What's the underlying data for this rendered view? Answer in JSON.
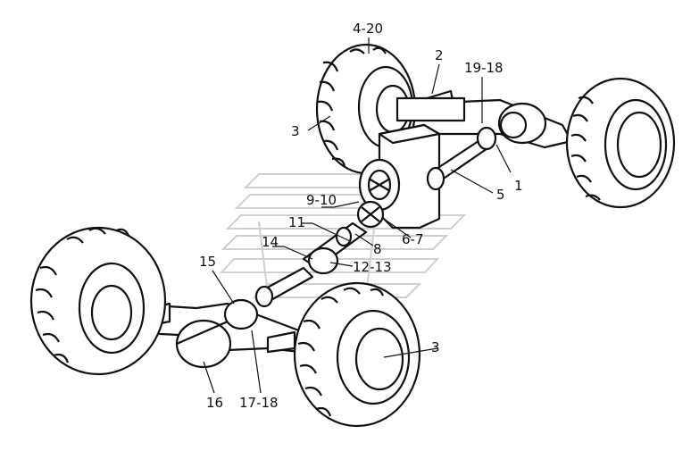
{
  "colors": {
    "line": "#111111",
    "background": "#ffffff",
    "watermark": "#cfcfcf"
  },
  "callouts": [
    {
      "id": "c-4-20",
      "text": "4-20"
    },
    {
      "id": "c-2",
      "text": "2"
    },
    {
      "id": "c-19-18",
      "text": "19-18"
    },
    {
      "id": "c-3-top",
      "text": "3"
    },
    {
      "id": "c-5",
      "text": "5"
    },
    {
      "id": "c-1",
      "text": "1"
    },
    {
      "id": "c-9-10",
      "text": "9-10"
    },
    {
      "id": "c-11",
      "text": "11"
    },
    {
      "id": "c-14",
      "text": "14"
    },
    {
      "id": "c-8",
      "text": "8"
    },
    {
      "id": "c-6-7",
      "text": "6-7"
    },
    {
      "id": "c-15",
      "text": "15"
    },
    {
      "id": "c-12-13",
      "text": "12-13"
    },
    {
      "id": "c-3-bot",
      "text": "3"
    },
    {
      "id": "c-16",
      "text": "16"
    },
    {
      "id": "c-17-18",
      "text": "17-18"
    }
  ]
}
